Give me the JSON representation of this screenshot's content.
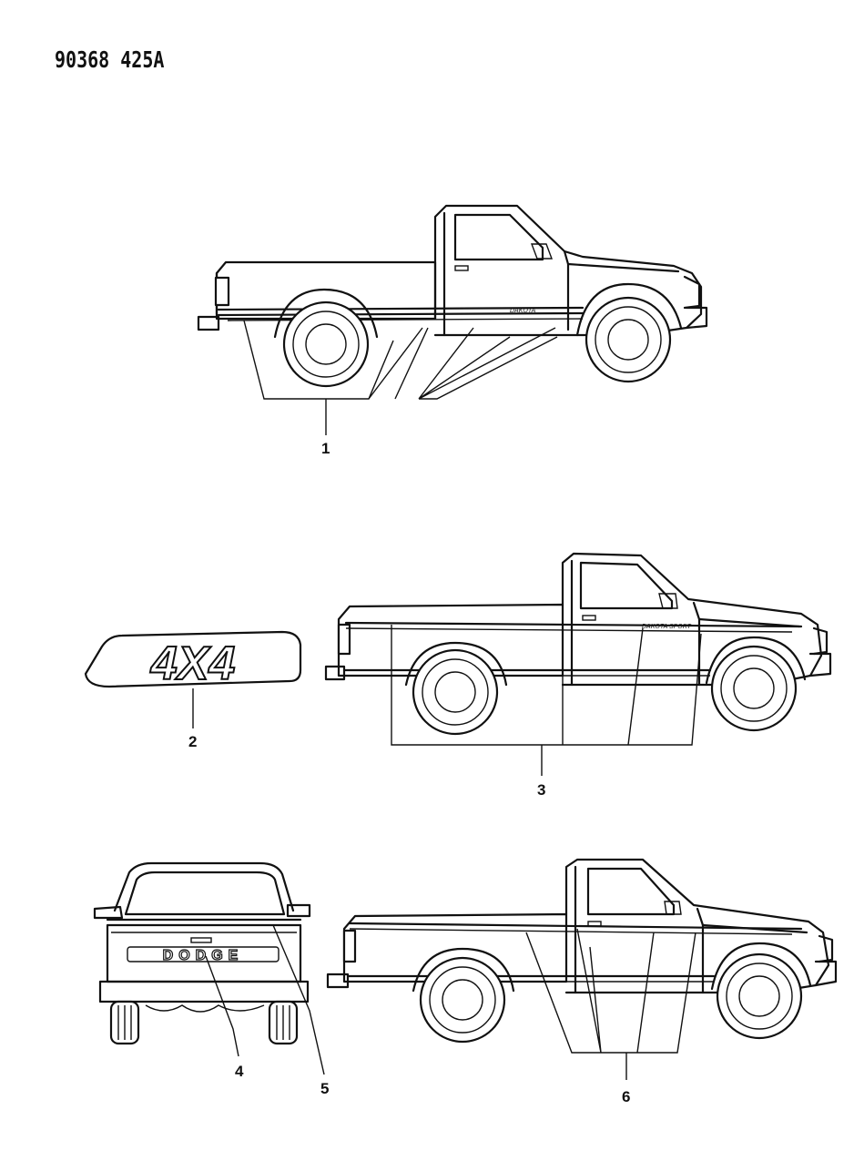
{
  "document_id": "90368 425A",
  "callouts": [
    "1",
    "2",
    "3",
    "4",
    "5",
    "6"
  ],
  "decals": {
    "door_script": "DAKOTA",
    "emblem_4x4": "4X4",
    "tailgate": "DODGE"
  }
}
